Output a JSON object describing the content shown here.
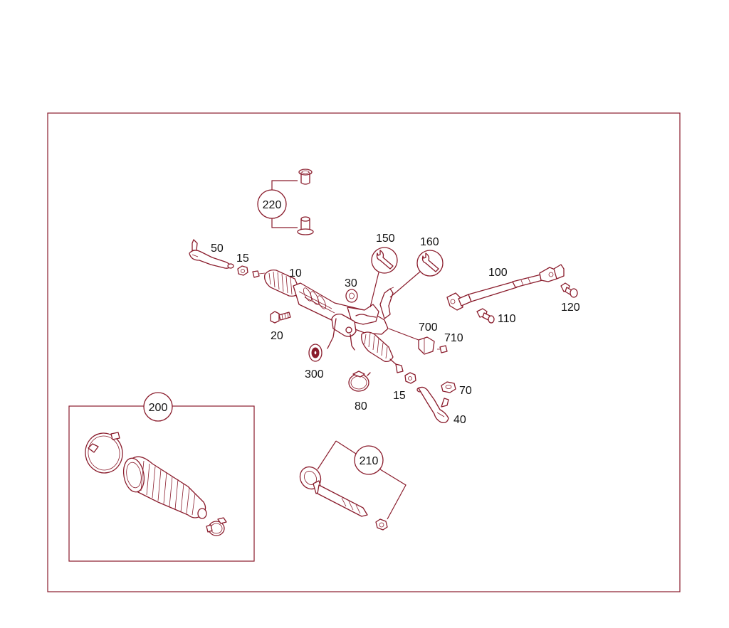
{
  "labels": {
    "p10": "10",
    "p15a": "15",
    "p15b": "15",
    "p20": "20",
    "p30": "30",
    "p40": "40",
    "p50": "50",
    "p70": "70",
    "p80": "80",
    "p100": "100",
    "p110": "110",
    "p120": "120",
    "p150": "150",
    "p160": "160",
    "p200": "200",
    "p210": "210",
    "p220": "220",
    "p300": "300",
    "p700": "700",
    "p710": "710"
  },
  "colors": {
    "line": "#8a1c2c",
    "text": "#111111",
    "background": "#ffffff"
  },
  "icons": {
    "p150": "wrench-icon",
    "p160": "wrench-icon"
  }
}
